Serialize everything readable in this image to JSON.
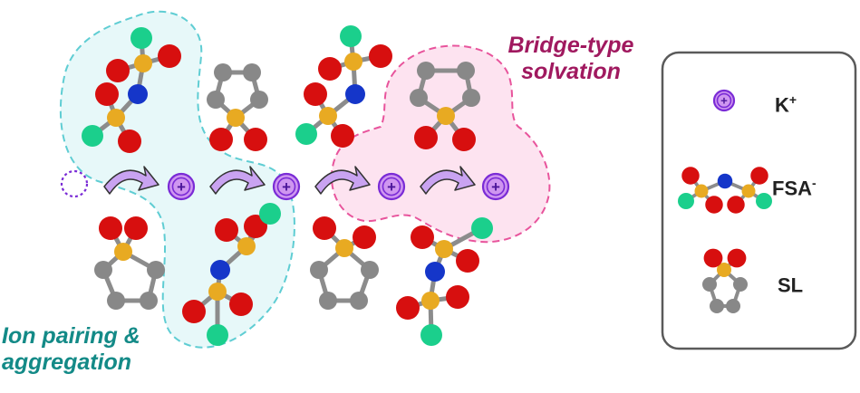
{
  "labels": {
    "bridge_line1": "Bridge-type",
    "bridge_line2": "solvation",
    "ion_line1": "Ion pairing &",
    "ion_line2": "aggregation"
  },
  "legend": {
    "items": [
      {
        "name": "K",
        "charge": "+"
      },
      {
        "name": "FSA",
        "charge": "-"
      },
      {
        "name": "SL",
        "charge": ""
      }
    ],
    "cation_symbol": "+"
  },
  "colors": {
    "bridge_text": "#a0195f",
    "ion_text": "#138a87",
    "cyan_region": "#e7f8f9",
    "cyan_border": "#5fcdd3",
    "pink_region": "#fde3f0",
    "pink_border": "#e8549c",
    "oxygen": "#d70f0f",
    "sulfur": "#e8aa22",
    "nitrogen": "#1536c9",
    "fluorine": "#1bcf8c",
    "carbon": "#888888",
    "bond": "#8c8c8c",
    "cation_fill": "#cf96f0",
    "cation_edge": "#7a2bd6",
    "arrow_fill": "#c9a3f1",
    "legend_border": "#5a5a5a"
  },
  "icons": [
    "potassium-cation-icon",
    "fsa-anion-icon",
    "sulfolane-icon",
    "hop-arrow-icon"
  ]
}
